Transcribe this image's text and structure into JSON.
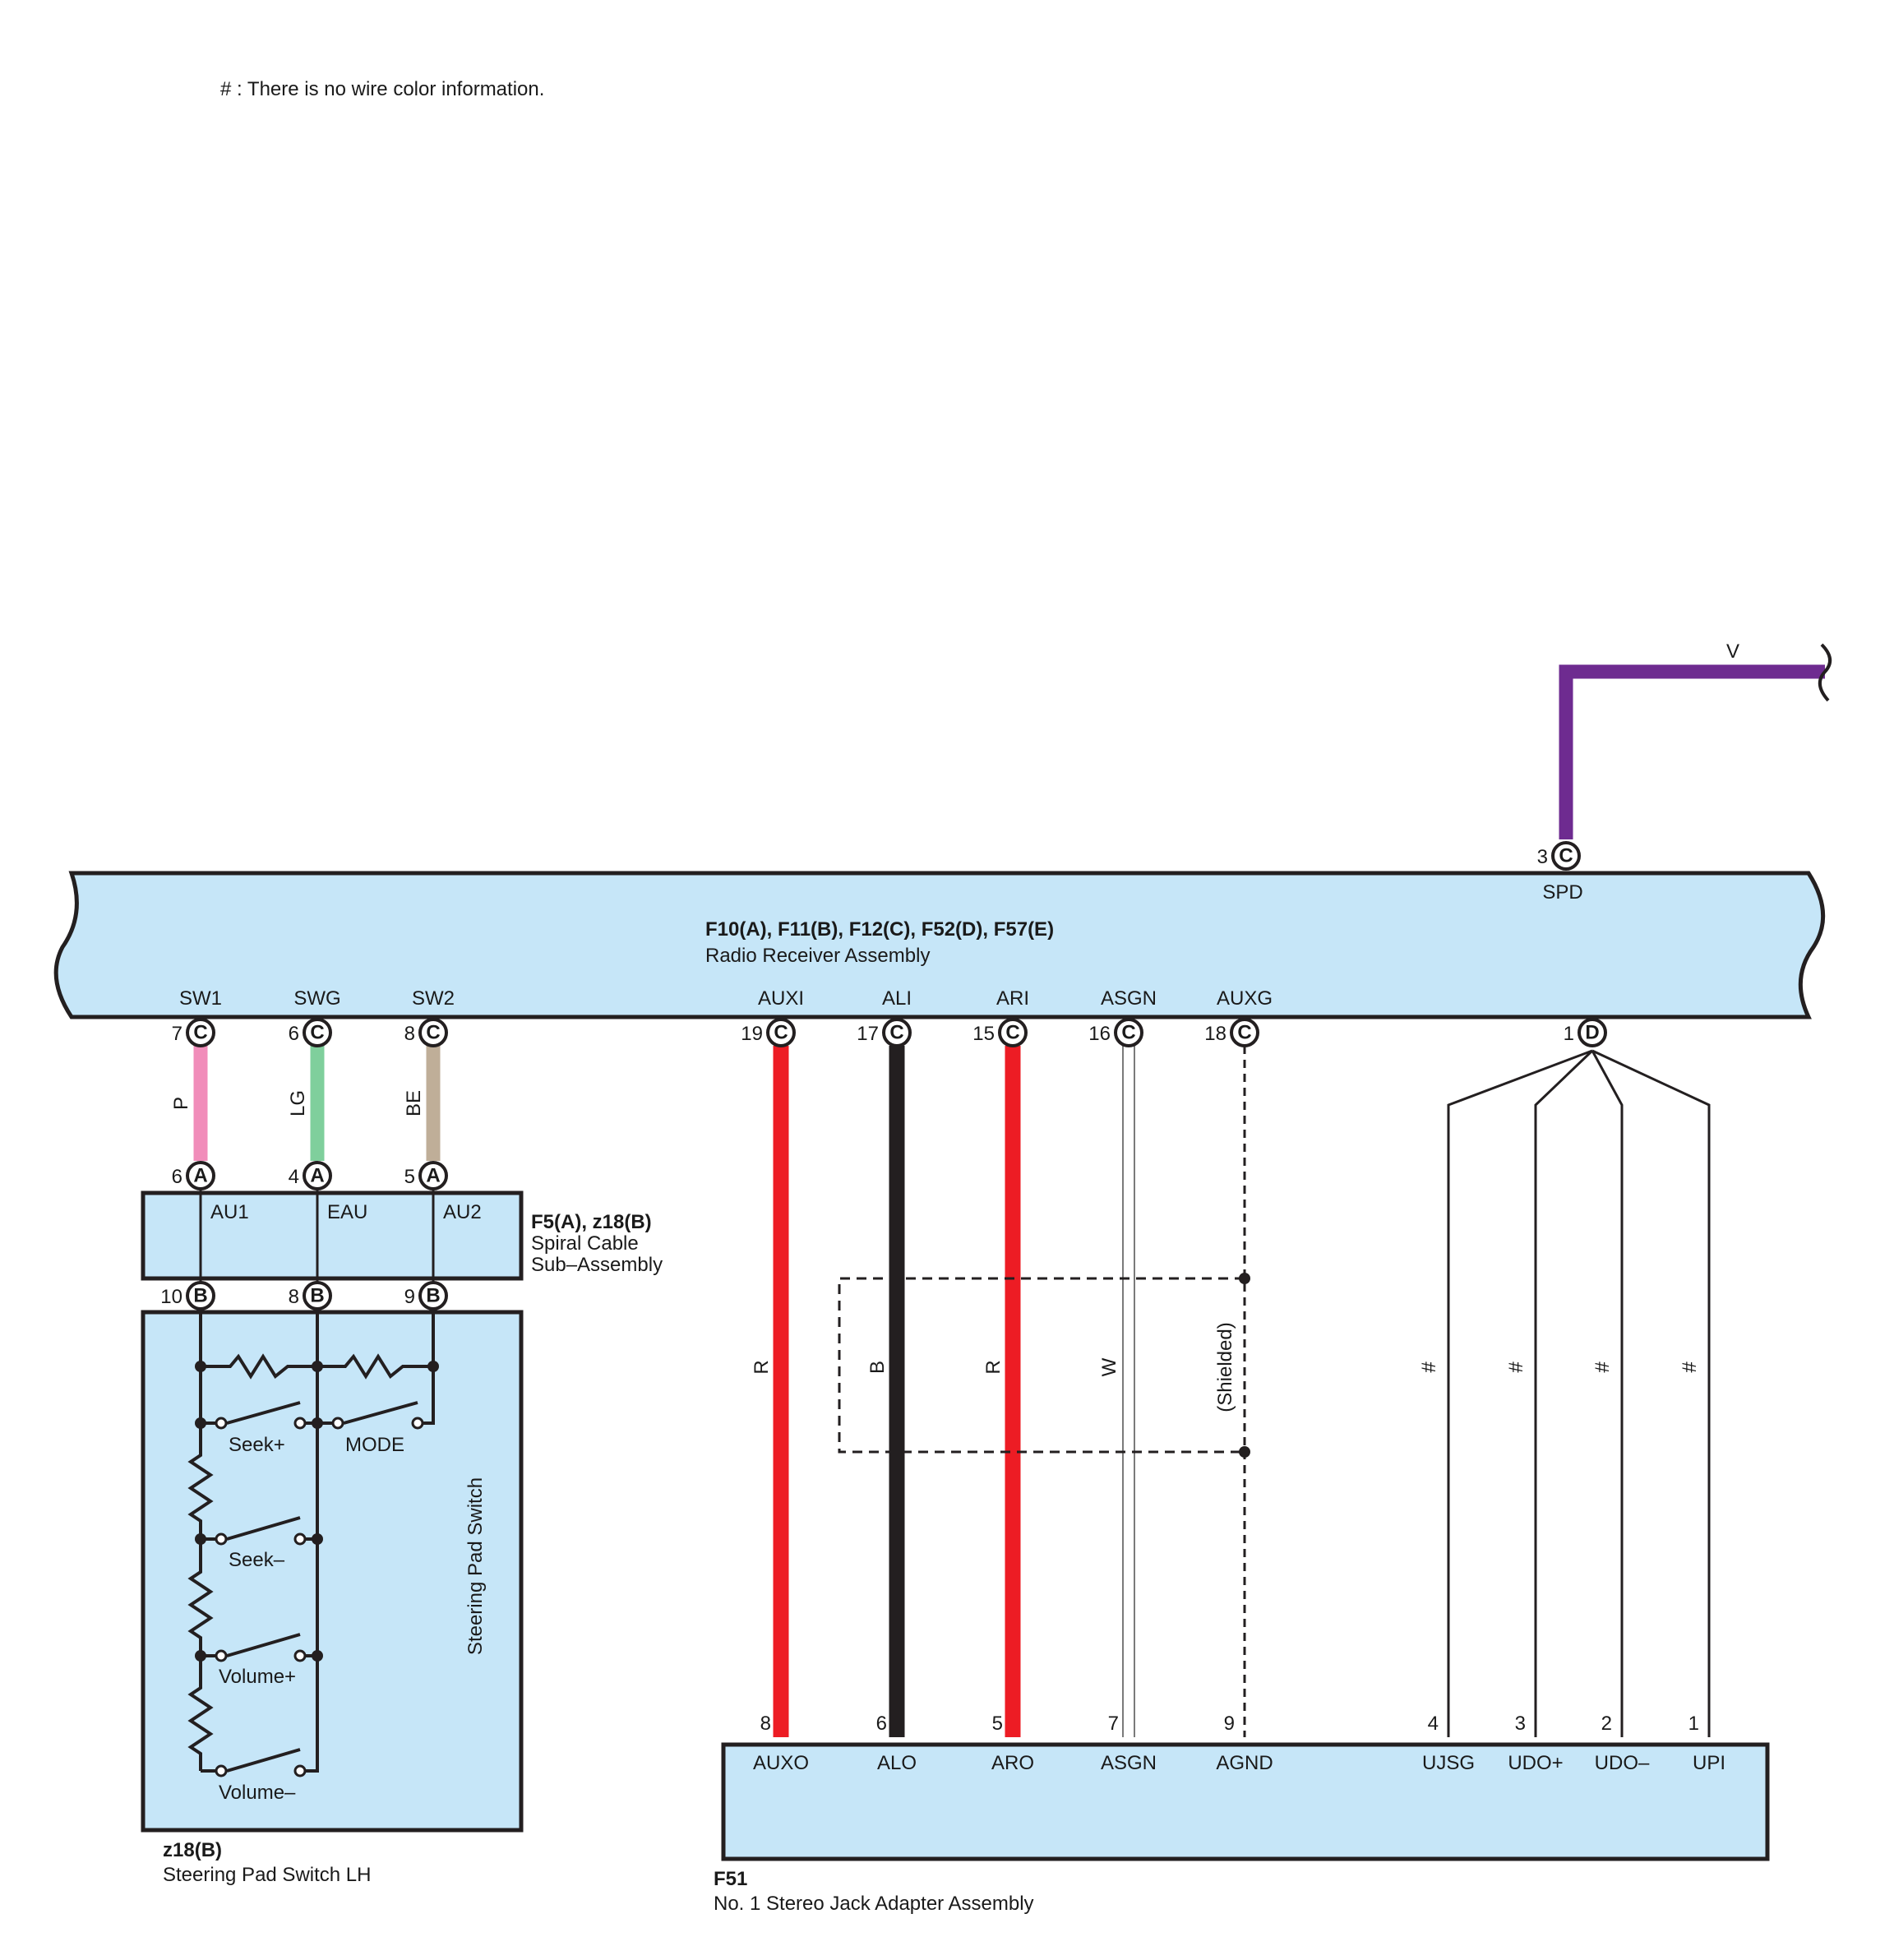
{
  "note": "# : There is no wire color information.",
  "colors": {
    "body_fill": "#c6e6f8",
    "outline": "#231f20",
    "V": "#6e2b90",
    "P": "#f18dba",
    "LG": "#7fcf9c",
    "BE": "#bfae98",
    "R": "#ed1c24",
    "B": "#231f20",
    "W": "#ffffff"
  },
  "radio_receiver": {
    "code": "F10(A), F11(B), F12(C), F52(D), F57(E)",
    "name": "Radio Receiver Assembly",
    "top_pin": {
      "num": "3",
      "conn": "C",
      "term": "SPD",
      "wire": "V"
    },
    "bottom_pins": [
      {
        "term": "SW1",
        "num": "7",
        "conn": "C"
      },
      {
        "term": "SWG",
        "num": "6",
        "conn": "C"
      },
      {
        "term": "SW2",
        "num": "8",
        "conn": "C"
      },
      {
        "term": "AUXI",
        "num": "19",
        "conn": "C"
      },
      {
        "term": "ALI",
        "num": "17",
        "conn": "C"
      },
      {
        "term": "ARI",
        "num": "15",
        "conn": "C"
      },
      {
        "term": "ASGN",
        "num": "16",
        "conn": "C"
      },
      {
        "term": "AUXG",
        "num": "18",
        "conn": "C"
      },
      {
        "term": "",
        "num": "1",
        "conn": "D"
      }
    ]
  },
  "spiral_cable": {
    "code": "F5(A), z18(B)",
    "name1": "Spiral Cable",
    "name2": "Sub–Assembly",
    "top_pins": [
      {
        "num": "6",
        "conn": "A",
        "term": "AU1",
        "wire": "P"
      },
      {
        "num": "4",
        "conn": "A",
        "term": "EAU",
        "wire": "LG"
      },
      {
        "num": "5",
        "conn": "A",
        "term": "AU2",
        "wire": "BE"
      }
    ],
    "bottom_pins": [
      {
        "num": "10",
        "conn": "B"
      },
      {
        "num": "8",
        "conn": "B"
      },
      {
        "num": "9",
        "conn": "B"
      }
    ]
  },
  "steering_pad": {
    "code": "z18(B)",
    "name": "Steering Pad Switch LH",
    "inner_label": "Steering Pad Switch",
    "switches": [
      "Seek+",
      "MODE",
      "Seek–",
      "Volume+",
      "Volume–"
    ]
  },
  "stereo_jack": {
    "code": "F51",
    "name": "No. 1 Stereo Jack Adapter Assembly",
    "pins": [
      {
        "num": "8",
        "term": "AUXO",
        "wire": "R"
      },
      {
        "num": "6",
        "term": "ALO",
        "wire": "B"
      },
      {
        "num": "5",
        "term": "ARO",
        "wire": "R"
      },
      {
        "num": "7",
        "term": "ASGN",
        "wire": "W"
      },
      {
        "num": "9",
        "term": "AGND",
        "wire": "(Shielded)"
      },
      {
        "num": "4",
        "term": "UJSG",
        "wire": "#"
      },
      {
        "num": "3",
        "term": "UDO+",
        "wire": "#"
      },
      {
        "num": "2",
        "term": "UDO–",
        "wire": "#"
      },
      {
        "num": "1",
        "term": "UPI",
        "wire": "#"
      }
    ]
  }
}
